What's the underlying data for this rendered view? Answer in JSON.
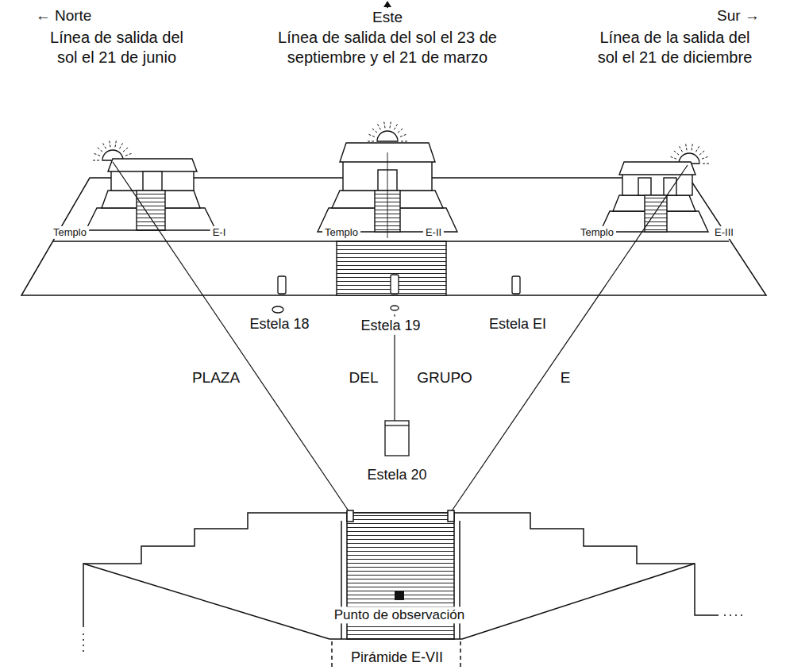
{
  "diagram": {
    "labels": [
      "← Norte",
      "Línea de salida del sol el 21 de junio",
      "Este",
      "Línea de salida del sol el 23 de septiembre y el 21 de marzo",
      "Sur →",
      "Línea de la salida del sol el 21 de diciembre",
      "Templo",
      "E-I",
      "Templo",
      "E-II",
      "Templo",
      "E-III",
      "Estela 18",
      "Estela 19",
      "Estela EI",
      "PLAZA",
      "DEL",
      "GRUPO",
      "E",
      "Estela 20",
      "Punto de observación",
      "Pirámide E-VII"
    ]
  }
}
